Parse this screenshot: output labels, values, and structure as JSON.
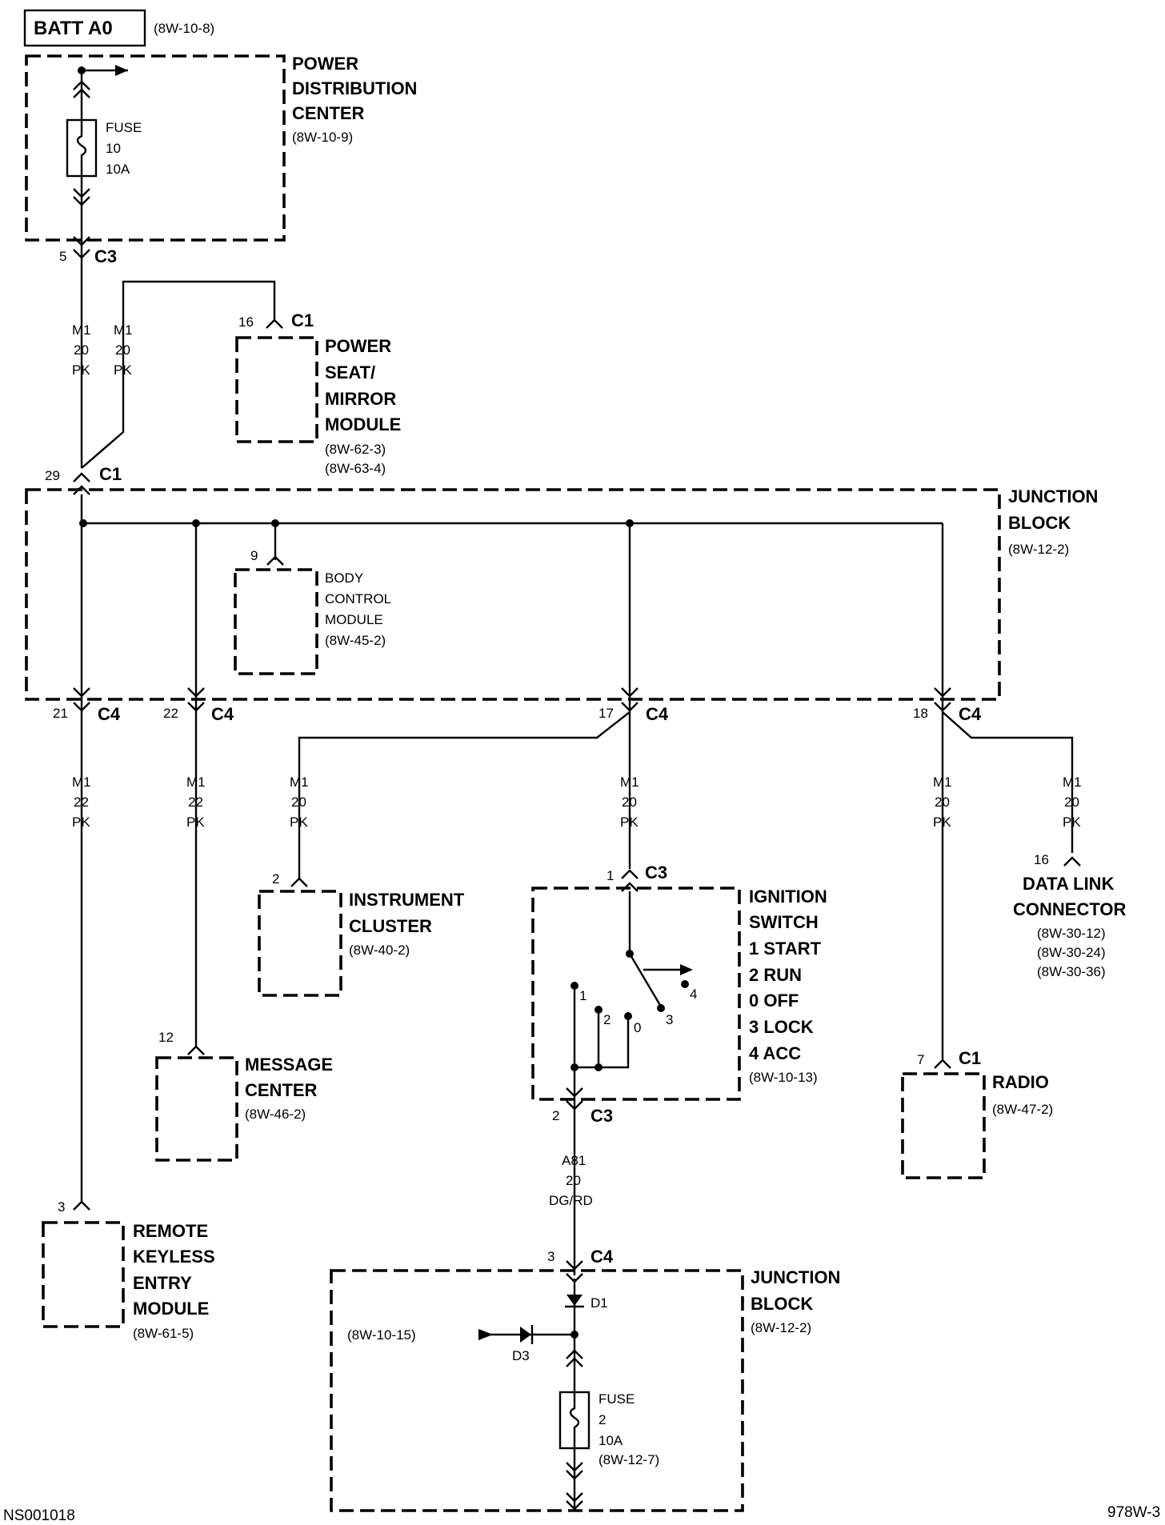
{
  "batt": {
    "label": "BATT A0",
    "ref": "(8W-10-8)"
  },
  "pdc": {
    "l1": "POWER",
    "l2": "DISTRIBUTION",
    "l3": "CENTER",
    "ref": "(8W-10-9)",
    "fuse": {
      "l1": "FUSE",
      "l2": "10",
      "l3": "10A"
    },
    "conn_pin": "5",
    "conn": "C3"
  },
  "wires": {
    "main_left": {
      "l1": "M1",
      "l2": "20",
      "l3": "PK"
    },
    "main_right": {
      "l1": "M1",
      "l2": "20",
      "l3": "PK"
    },
    "rke": {
      "l1": "M1",
      "l2": "22",
      "l3": "PK"
    },
    "msg": {
      "l1": "M1",
      "l2": "22",
      "l3": "PK"
    },
    "ic": {
      "l1": "M1",
      "l2": "20",
      "l3": "PK"
    },
    "ign": {
      "l1": "M1",
      "l2": "20",
      "l3": "PK"
    },
    "radio": {
      "l1": "M1",
      "l2": "20",
      "l3": "PK"
    },
    "dlc": {
      "l1": "M1",
      "l2": "20",
      "l3": "PK"
    },
    "a81": {
      "l1": "A81",
      "l2": "20",
      "l3": "DG/RD"
    }
  },
  "psm": {
    "l1": "POWER",
    "l2": "SEAT/",
    "l3": "MIRROR",
    "l4": "MODULE",
    "ref1": "(8W-62-3)",
    "ref2": "(8W-63-4)",
    "pin": "16",
    "conn": "C1"
  },
  "jb1": {
    "l1": "JUNCTION",
    "l2": "BLOCK",
    "ref": "(8W-12-2)",
    "in_pin": "29",
    "in_conn": "C1",
    "bcm": {
      "l1": "BODY",
      "l2": "CONTROL",
      "l3": "MODULE",
      "ref": "(8W-45-2)",
      "pin": "9"
    },
    "out": [
      {
        "pin": "21",
        "conn": "C4"
      },
      {
        "pin": "22",
        "conn": "C4"
      },
      {
        "pin": "17",
        "conn": "C4"
      },
      {
        "pin": "18",
        "conn": "C4"
      }
    ]
  },
  "ic": {
    "l1": "INSTRUMENT",
    "l2": "CLUSTER",
    "ref": "(8W-40-2)",
    "pin": "2"
  },
  "msg": {
    "l1": "MESSAGE",
    "l2": "CENTER",
    "ref": "(8W-46-2)",
    "pin": "12"
  },
  "rke": {
    "l1": "REMOTE",
    "l2": "KEYLESS",
    "l3": "ENTRY",
    "l4": "MODULE",
    "ref": "(8W-61-5)",
    "pin": "3"
  },
  "ign": {
    "l1": "IGNITION",
    "l2": "SWITCH",
    "l3": "1 START",
    "l4": "2 RUN",
    "l5": "0 OFF",
    "l6": "3 LOCK",
    "l7": "4 ACC",
    "ref": "(8W-10-13)",
    "in_pin": "1",
    "in_conn": "C3",
    "out_pin": "2",
    "out_conn": "C3",
    "p1": "1",
    "p2": "2",
    "p0": "0",
    "p3": "3",
    "p4": "4"
  },
  "dlc": {
    "l1": "DATA LINK",
    "l2": "CONNECTOR",
    "ref1": "(8W-30-12)",
    "ref2": "(8W-30-24)",
    "ref3": "(8W-30-36)",
    "pin": "16"
  },
  "radio": {
    "l1": "RADIO",
    "ref": "(8W-47-2)",
    "pin": "7",
    "conn": "C1"
  },
  "jb2": {
    "l1": "JUNCTION",
    "l2": "BLOCK",
    "ref": "(8W-12-2)",
    "pin": "3",
    "conn": "C4",
    "d1": "D1",
    "d3": "D3",
    "d3_ref": "(8W-10-15)",
    "fuse": {
      "l1": "FUSE",
      "l2": "2",
      "l3": "10A",
      "l4": "(8W-12-7)"
    }
  },
  "footer": {
    "left": "NS001018",
    "right": "978W-3"
  }
}
